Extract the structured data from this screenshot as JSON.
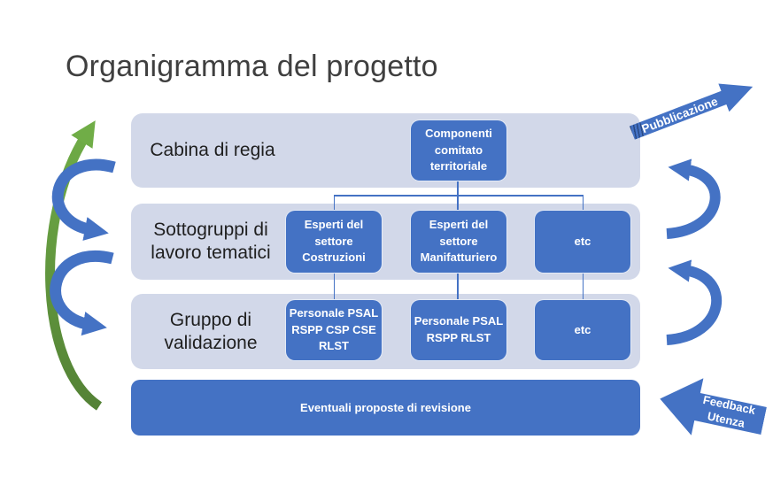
{
  "title": "Organigramma del progetto",
  "diagram": {
    "rows": [
      {
        "label": "Cabina di regia",
        "boxes": [
          {
            "text": "Componenti\ncomitato\nterritoriale"
          }
        ]
      },
      {
        "label": "Sottogruppi di\nlavoro tematici",
        "boxes": [
          {
            "text": "Esperti del\nsettore\nCostruzioni"
          },
          {
            "text": "Esperti del\nsettore\nManifatturiero"
          },
          {
            "text": "etc"
          }
        ]
      },
      {
        "label": "Gruppo di\nvalidazione",
        "boxes": [
          {
            "text": "Personale PSAL\nRSPP CSP CSE\nRLST"
          },
          {
            "text": "Personale PSAL\nRSPP RLST"
          },
          {
            "text": "etc"
          }
        ]
      }
    ],
    "bottom_bar": {
      "label": "Eventuali proposte di revisione"
    }
  },
  "arrows": {
    "pubblicazione": {
      "label": "Pubblicazione"
    },
    "feedback": {
      "label": "Feedback\nUtenza"
    }
  },
  "colors": {
    "accent_blue": "#4472C4",
    "band_fill": "#D2D8E9",
    "green": "#70AD47",
    "green_dark": "#538135",
    "title_text": "#3F3F3F"
  }
}
